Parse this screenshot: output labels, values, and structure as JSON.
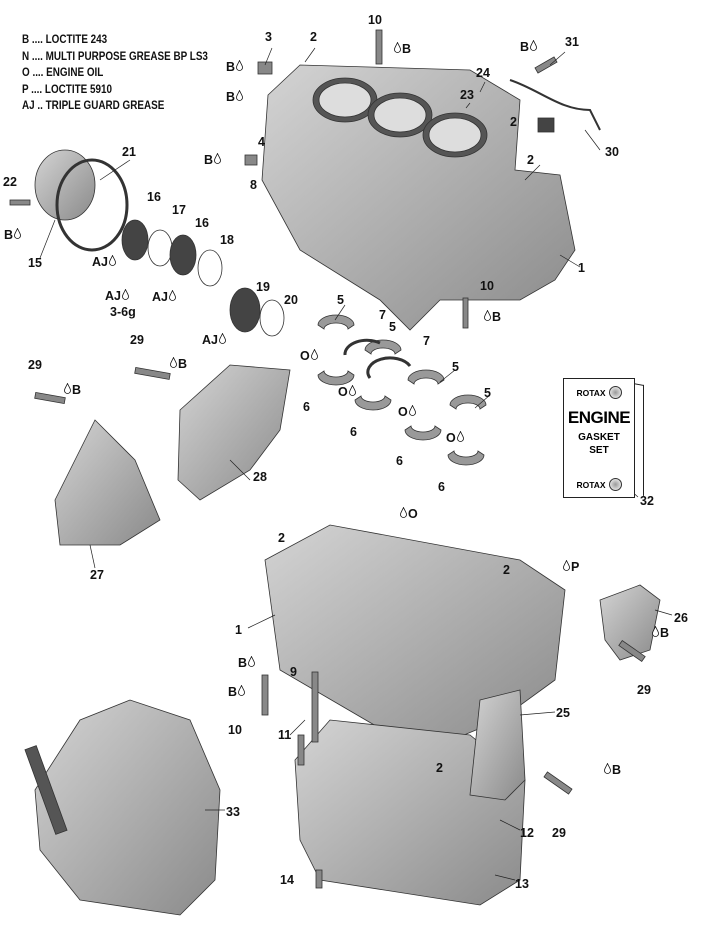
{
  "legend": [
    "B .... LOCTITE 243",
    "N .... MULTI PURPOSE GREASE BP LS3",
    "O .... ENGINE OIL",
    "P .... LOCTITE 5910",
    "AJ .. TRIPLE GUARD GREASE"
  ],
  "callouts": [
    "3",
    "2",
    "10",
    "31",
    "24",
    "23",
    "2",
    "30",
    "4",
    "8",
    "2",
    "21",
    "22",
    "15",
    "16",
    "17",
    "16",
    "18",
    "19",
    "20",
    "1",
    "10",
    "5",
    "7",
    "5",
    "7",
    "5",
    "5",
    "6",
    "6",
    "6",
    "6",
    "29",
    "29",
    "28",
    "27",
    "32",
    "2",
    "2",
    "1",
    "26",
    "29",
    "9",
    "10",
    "11",
    "2",
    "25",
    "12",
    "29",
    "33",
    "14",
    "13",
    "3-6g"
  ],
  "lube_marks": [
    "B",
    "B",
    "B",
    "B",
    "B",
    "B",
    "AJ",
    "AJ",
    "AJ",
    "AJ",
    "B",
    "O",
    "O",
    "O",
    "O",
    "B",
    "B",
    "O",
    "P",
    "B",
    "B",
    "B",
    "B"
  ],
  "gasket_kit": {
    "brand": "ROTAX",
    "title": "ENGINE",
    "line2": "GASKET",
    "line3": "SET"
  },
  "colors": {
    "part_fill": "#b8b8b8",
    "part_dark": "#7a7a7a",
    "line": "#222222"
  }
}
